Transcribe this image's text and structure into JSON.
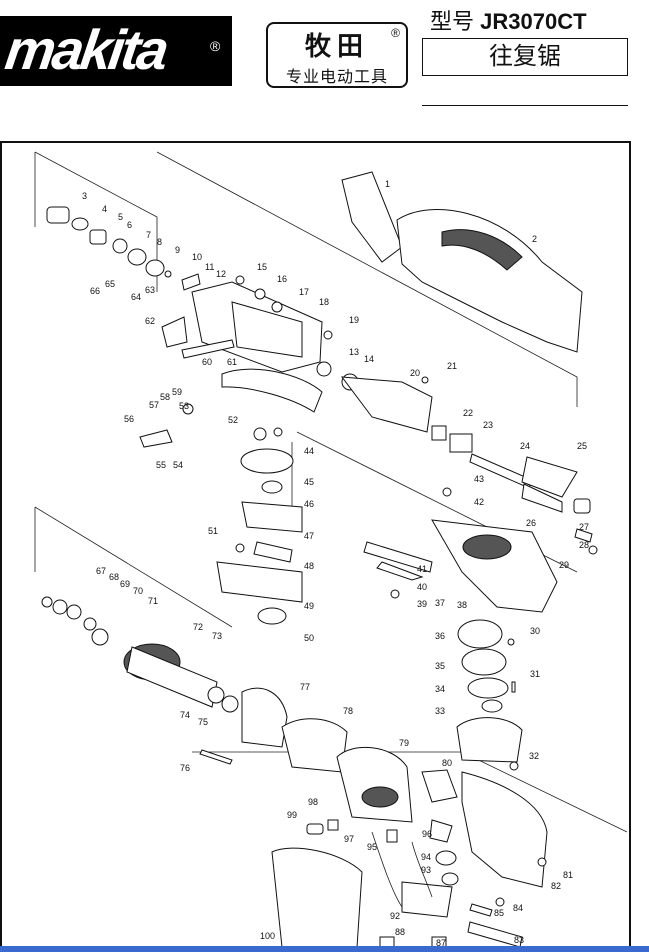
{
  "header": {
    "logo_text": "makita",
    "logo_reg": "®",
    "brand_name": "牧田",
    "brand_reg": "®",
    "brand_sub": "专业电动工具",
    "model_label": "型号",
    "model_number": "JR3070CT",
    "product_type": "往复锯"
  },
  "parts": [
    "1",
    "2",
    "3",
    "4",
    "5",
    "6",
    "7",
    "8",
    "9",
    "10",
    "11",
    "12",
    "13",
    "14",
    "15",
    "16",
    "17",
    "18",
    "19",
    "20",
    "21",
    "22",
    "23",
    "24",
    "25",
    "26",
    "27",
    "28",
    "29",
    "30",
    "31",
    "32",
    "33",
    "34",
    "35",
    "36",
    "37",
    "38",
    "39",
    "40",
    "41",
    "42",
    "43",
    "44",
    "45",
    "46",
    "47",
    "48",
    "49",
    "50",
    "51",
    "52",
    "53",
    "54",
    "55",
    "56",
    "57",
    "58",
    "59",
    "60",
    "61",
    "62",
    "63",
    "64",
    "65",
    "66",
    "67",
    "68",
    "69",
    "70",
    "71",
    "72",
    "73",
    "74",
    "75",
    "76",
    "77",
    "78",
    "79",
    "80",
    "81",
    "82",
    "83",
    "84",
    "85",
    "87",
    "88",
    "92",
    "93",
    "94",
    "95",
    "96",
    "97",
    "98",
    "99",
    "100"
  ]
}
